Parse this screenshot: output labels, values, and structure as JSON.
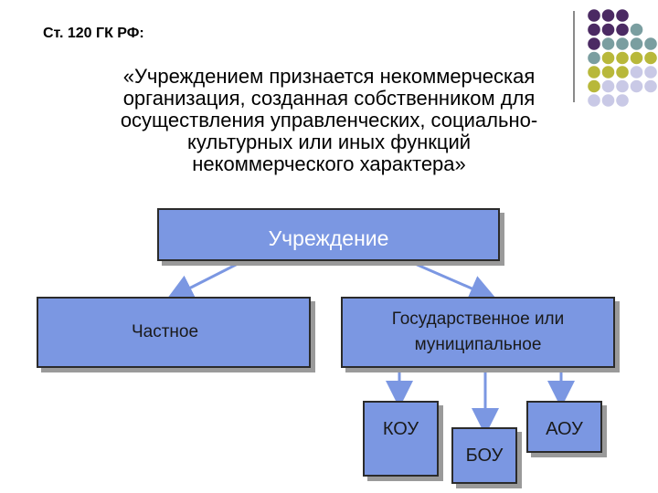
{
  "heading": "Ст. 120 ГК РФ:",
  "quote_lines": [
    "«Учреждением признается некоммерческая",
    "организация, созданная собственником для",
    "осуществления управленческих, социально-",
    "культурных или иных функций",
    "некоммерческого характера»"
  ],
  "diagram": {
    "root": "Учреждение",
    "private": "Частное",
    "public_lines": [
      "Государственное или",
      "муниципальное"
    ],
    "koy": "КОУ",
    "boy": "БОУ",
    "aoy": "АОУ"
  },
  "colors": {
    "box_fill": "#7b97e2",
    "dot_purple": "#4b2a63",
    "dot_teal": "#7a9ea0",
    "dot_olive": "#b8b83a",
    "dot_lavender": "#c9c9e6"
  }
}
